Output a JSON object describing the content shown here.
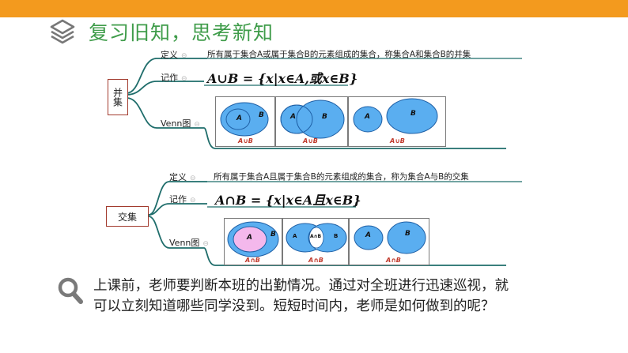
{
  "header": {
    "title": "复习旧知，思考新知"
  },
  "union": {
    "node_label": "并集",
    "def_label": "定义",
    "def_text": "所有属于集合A或属于集合B的元素组成的集合，称集合A和集合B的并集",
    "notation_label": "记作",
    "formula": "A∪B = {x|x∈A,或x∈B}",
    "venn_label": "Venn图",
    "diagrams": [
      {
        "a": "A",
        "b": "B",
        "caption": "A∪B"
      },
      {
        "a": "A",
        "b": "B",
        "caption": "A∪B"
      },
      {
        "a": "A",
        "b": "B",
        "caption": "A∪B"
      }
    ]
  },
  "intersection": {
    "node_label": "交集",
    "def_label": "定义",
    "def_text": "所有属于集合A且属于集合B的元素组成的集合，称为集合A与B的交集",
    "notation_label": "记作",
    "formula": "A∩B = {x|x∈A且x∈B}",
    "venn_label": "Venn图",
    "diagrams": [
      {
        "a": "A",
        "b": "B",
        "caption": "A∩B"
      },
      {
        "a": "A",
        "b": "B",
        "mid": "A∩B",
        "caption": "A∩B"
      },
      {
        "a": "A",
        "b": "B",
        "caption": "A∩B"
      }
    ]
  },
  "question": {
    "line1": "上课前，老师要判断本班的出勤情况。通过对全班进行迅速巡视，就",
    "line2": "可以立刻知道哪些同学没到。短短时间内，老师是如何做到的呢？"
  },
  "colors": {
    "accent": "#f39a1e",
    "title": "#3f9c4a",
    "branch": "#1f6d6b",
    "fill": "#5aaef0",
    "pink": "#f4b8ec"
  }
}
